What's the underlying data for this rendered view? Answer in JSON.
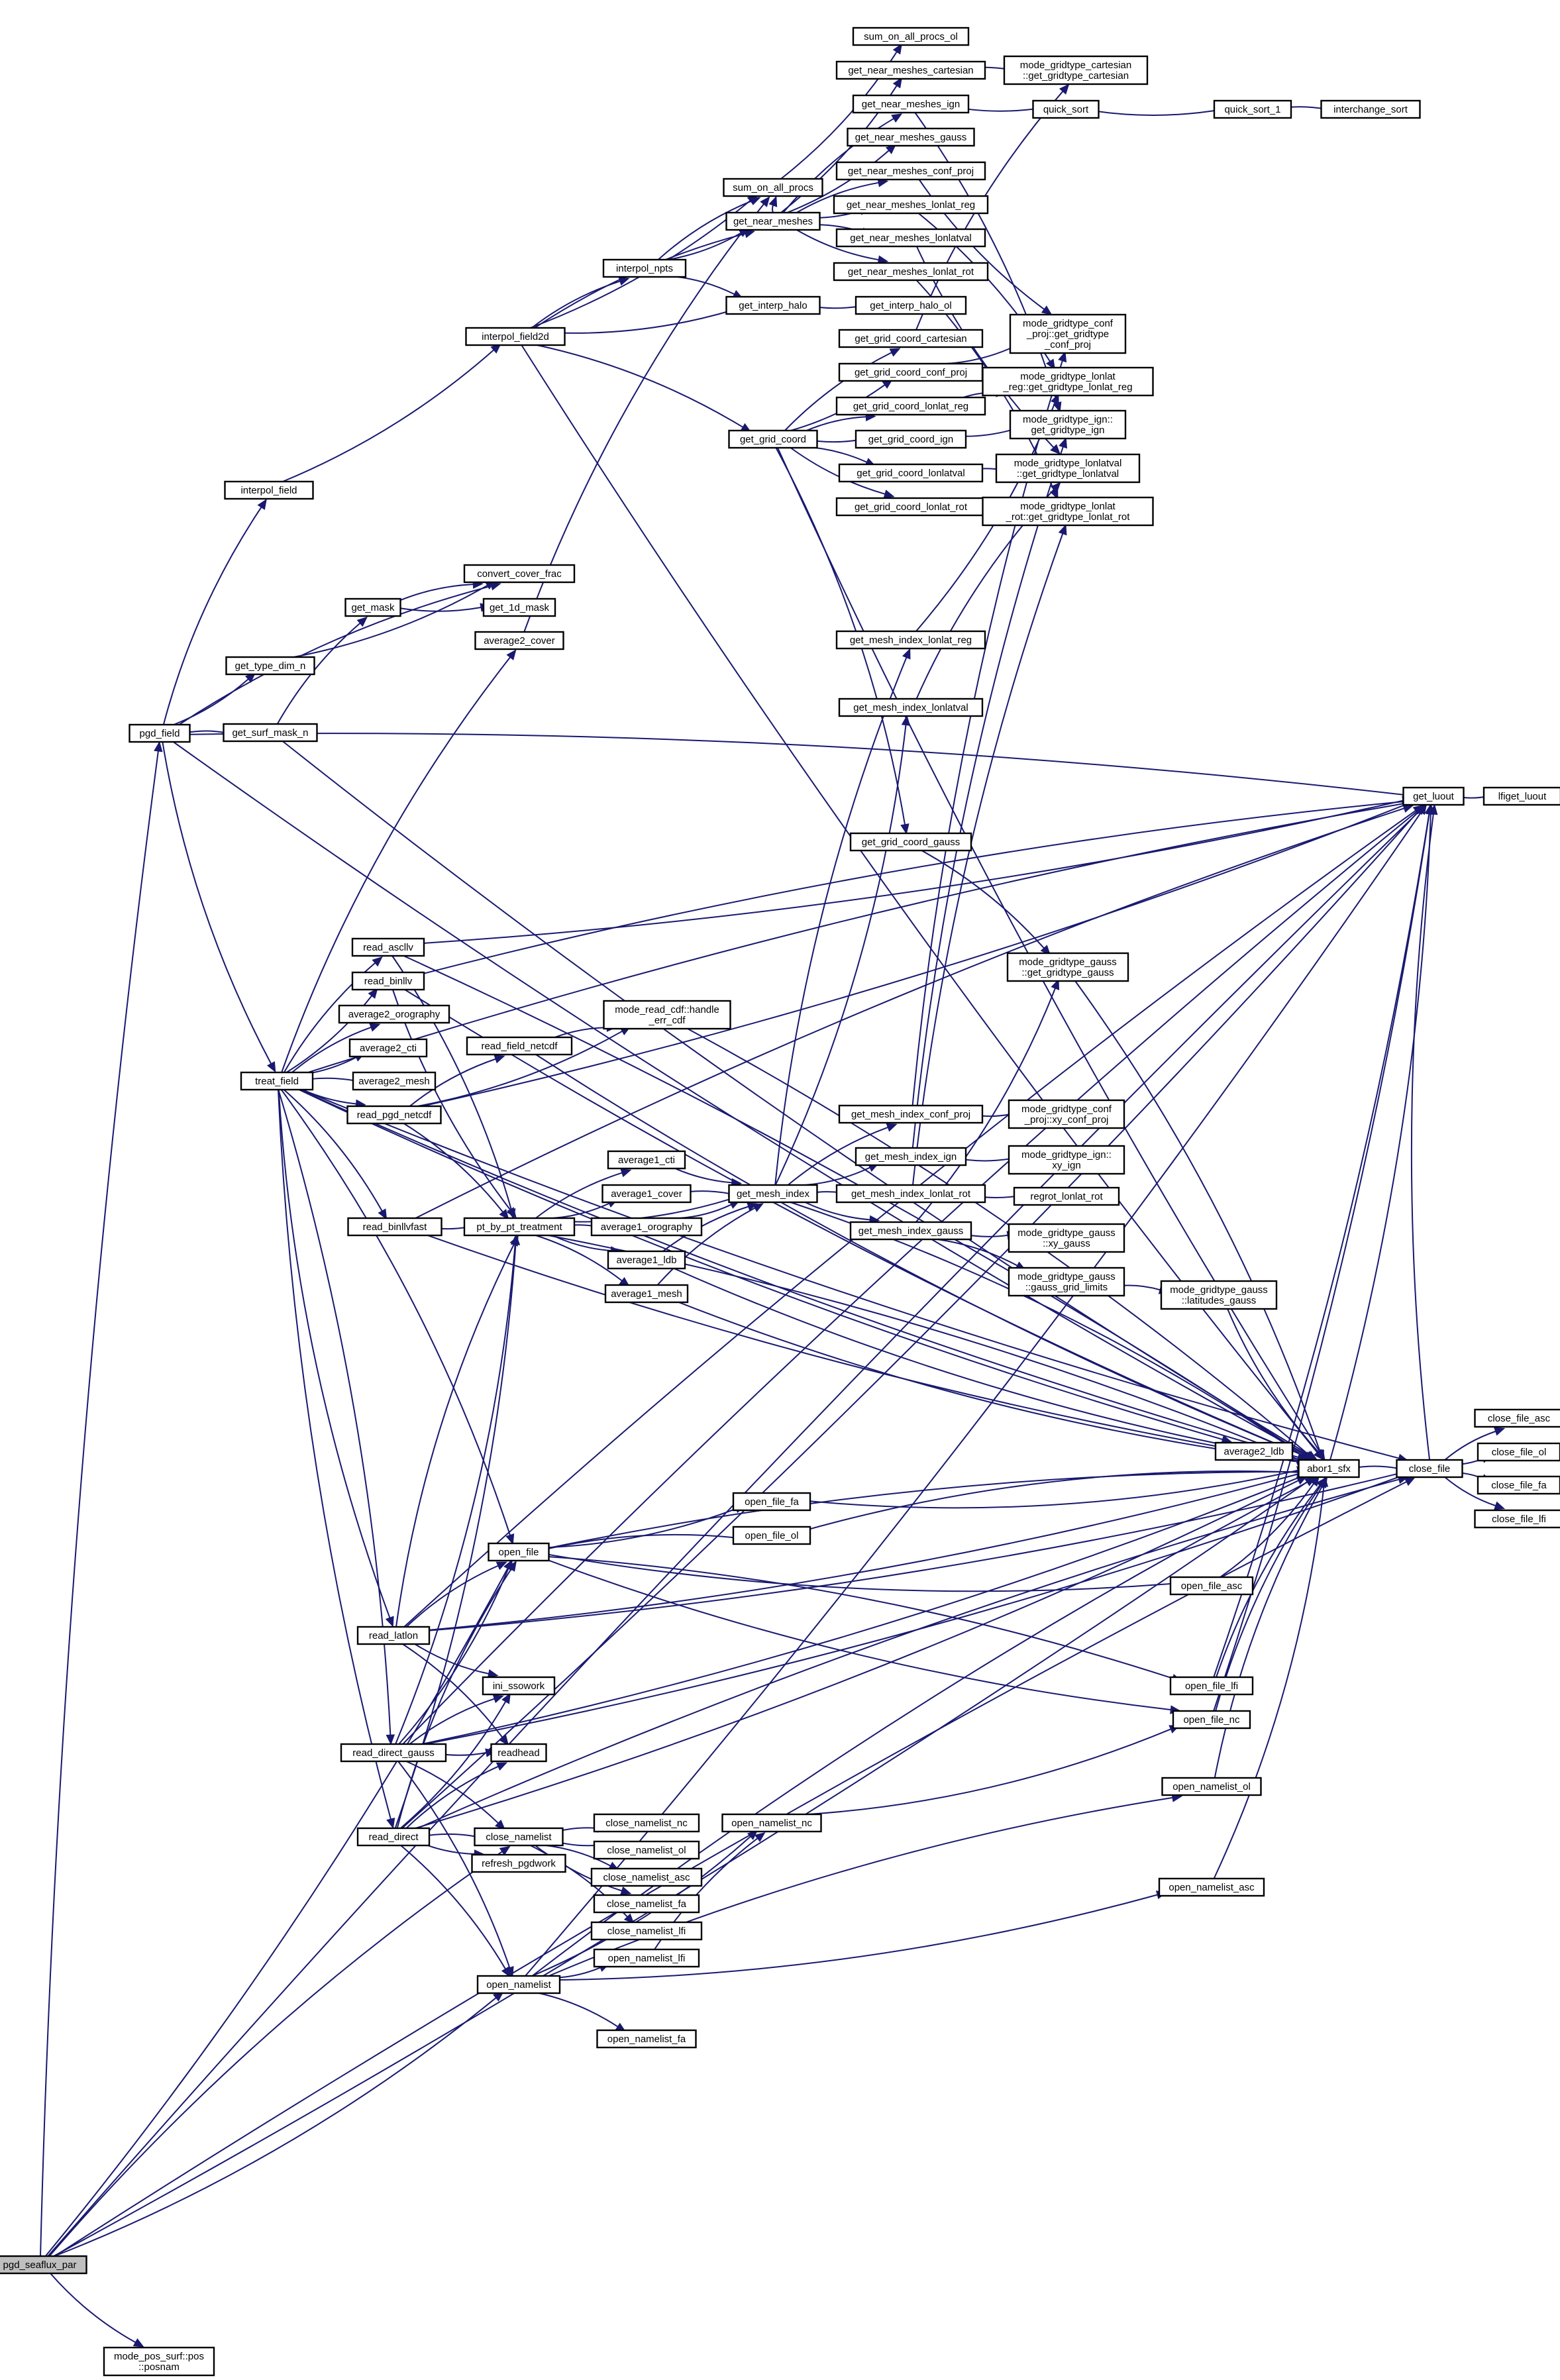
{
  "title": "pgd_seaflux_par call graph",
  "colors": {
    "edge": "#191970",
    "node_border": "#000000",
    "root_fill": "#bfbfbf",
    "node_fill": "#ffffff"
  },
  "nodes": {
    "pgd_seaflux_par": "pgd_seaflux_par",
    "posnam": "mode_pos_surf::pos\n::posnam",
    "pgd_field": "pgd_field",
    "interpol_field": "interpol_field",
    "interpol_field2d": "interpol_field2d",
    "interpol_npts": "interpol_npts",
    "sum_on_all_procs": "sum_on_all_procs",
    "sum_on_all_procs_ol": "sum_on_all_procs_ol",
    "get_near_meshes": "get_near_meshes",
    "get_near_meshes_cartesian": "get_near_meshes_cartesian",
    "get_near_meshes_ign": "get_near_meshes_ign",
    "get_near_meshes_gauss": "get_near_meshes_gauss",
    "get_near_meshes_conf_proj": "get_near_meshes_conf_proj",
    "get_near_meshes_lonlat_reg": "get_near_meshes_lonlat_reg",
    "get_near_meshes_lonlatval": "get_near_meshes_lonlatval",
    "get_near_meshes_lonlat_rot": "get_near_meshes_lonlat_rot",
    "gt_cartesian": "mode_gridtype_cartesian\n::get_gridtype_cartesian",
    "quick_sort": "quick_sort",
    "quick_sort_1": "quick_sort_1",
    "interchange_sort": "interchange_sort",
    "get_interp_halo": "get_interp_halo",
    "get_interp_halo_ol": "get_interp_halo_ol",
    "get_grid_coord": "get_grid_coord",
    "get_grid_coord_cartesian": "get_grid_coord_cartesian",
    "get_grid_coord_conf_proj": "get_grid_coord_conf_proj",
    "get_grid_coord_lonlat_reg": "get_grid_coord_lonlat_reg",
    "get_grid_coord_ign": "get_grid_coord_ign",
    "get_grid_coord_lonlatval": "get_grid_coord_lonlatval",
    "get_grid_coord_lonlat_rot": "get_grid_coord_lonlat_rot",
    "get_grid_coord_gauss": "get_grid_coord_gauss",
    "gt_conf_proj": "mode_gridtype_conf\n_proj::get_gridtype\n_conf_proj",
    "gt_lonlat_reg": "mode_gridtype_lonlat\n_reg::get_gridtype_lonlat_reg",
    "gt_ign": "mode_gridtype_ign::\nget_gridtype_ign",
    "gt_lonlatval": "mode_gridtype_lonlatval\n::get_gridtype_lonlatval",
    "gt_lonlat_rot": "mode_gridtype_lonlat\n_rot::get_gridtype_lonlat_rot",
    "gt_gauss": "mode_gridtype_gauss\n::get_gridtype_gauss",
    "convert_cover_frac": "convert_cover_frac",
    "get_mask": "get_mask",
    "get_1d_mask": "get_1d_mask",
    "average2_cover": "average2_cover",
    "get_type_dim_n": "get_type_dim_n",
    "get_surf_mask_n": "get_surf_mask_n",
    "get_mesh_index_lonlat_reg": "get_mesh_index_lonlat_reg",
    "get_mesh_index_lonlatval": "get_mesh_index_lonlatval",
    "get_luout": "get_luout",
    "lfiget_luout": "lfiget_luout",
    "read_ascllv": "read_ascllv",
    "read_binllv": "read_binllv",
    "average2_orography": "average2_orography",
    "handle_err_cdf": "mode_read_cdf::handle\n_err_cdf",
    "read_field_netcdf": "read_field_netcdf",
    "average2_cti": "average2_cti",
    "treat_field": "treat_field",
    "average2_mesh": "average2_mesh",
    "read_pgd_netcdf": "read_pgd_netcdf",
    "get_mesh_index_conf_proj": "get_mesh_index_conf_proj",
    "xy_conf_proj": "mode_gridtype_conf\n_proj::xy_conf_proj",
    "average1_cti": "average1_cti",
    "get_mesh_index_ign": "get_mesh_index_ign",
    "xy_ign": "mode_gridtype_ign::\nxy_ign",
    "average1_cover": "average1_cover",
    "get_mesh_index": "get_mesh_index",
    "get_mesh_index_lonlat_rot": "get_mesh_index_lonlat_rot",
    "regrot_lonlat_rot": "regrot_lonlat_rot",
    "read_binllvfast": "read_binllvfast",
    "pt_by_pt_treatment": "pt_by_pt_treatment",
    "average1_orography": "average1_orography",
    "get_mesh_index_gauss": "get_mesh_index_gauss",
    "xy_gauss": "mode_gridtype_gauss\n::xy_gauss",
    "average1_ldb": "average1_ldb",
    "gauss_grid_limits": "mode_gridtype_gauss\n::gauss_grid_limits",
    "latitudes_gauss": "mode_gridtype_gauss\n::latitudes_gauss",
    "average1_mesh": "average1_mesh",
    "close_file_asc": "close_file_asc",
    "average2_ldb": "average2_ldb",
    "abor1_sfx": "abor1_sfx",
    "close_file": "close_file",
    "close_file_ol": "close_file_ol",
    "close_file_fa": "close_file_fa",
    "close_file_lfi": "close_file_lfi",
    "open_file_fa": "open_file_fa",
    "open_file": "open_file",
    "open_file_ol": "open_file_ol",
    "open_file_asc": "open_file_asc",
    "read_latlon": "read_latlon",
    "ini_ssowork": "ini_ssowork",
    "open_file_lfi": "open_file_lfi",
    "open_file_nc": "open_file_nc",
    "read_direct_gauss": "read_direct_gauss",
    "readhead": "readhead",
    "open_namelist_ol": "open_namelist_ol",
    "read_direct": "read_direct",
    "close_namelist": "close_namelist",
    "close_namelist_nc": "close_namelist_nc",
    "open_namelist_nc": "open_namelist_nc",
    "close_namelist_ol": "close_namelist_ol",
    "refresh_pgdwork": "refresh_pgdwork",
    "open_namelist_asc": "open_namelist_asc",
    "close_namelist_asc": "close_namelist_asc",
    "close_namelist_fa": "close_namelist_fa",
    "close_namelist_lfi": "close_namelist_lfi",
    "open_namelist_lfi": "open_namelist_lfi",
    "open_namelist": "open_namelist",
    "open_namelist_fa": "open_namelist_fa"
  },
  "edges": [
    [
      "pgd_seaflux_par",
      "pgd_field"
    ],
    [
      "pgd_seaflux_par",
      "posnam"
    ],
    [
      "pgd_seaflux_par",
      "get_luout"
    ],
    [
      "pgd_seaflux_par",
      "abor1_sfx"
    ],
    [
      "pgd_seaflux_par",
      "close_file"
    ],
    [
      "pgd_seaflux_par",
      "open_file"
    ],
    [
      "pgd_seaflux_par",
      "close_namelist"
    ],
    [
      "pgd_seaflux_par",
      "open_namelist"
    ],
    [
      "pgd_field",
      "interpol_field"
    ],
    [
      "pgd_field",
      "get_type_dim_n"
    ],
    [
      "pgd_field",
      "get_surf_mask_n"
    ],
    [
      "pgd_field",
      "treat_field"
    ],
    [
      "pgd_field",
      "get_luout"
    ],
    [
      "pgd_field",
      "abor1_sfx"
    ],
    [
      "pgd_field",
      "convert_cover_frac"
    ],
    [
      "interpol_field",
      "interpol_field2d"
    ],
    [
      "interpol_field2d",
      "interpol_npts"
    ],
    [
      "interpol_field2d",
      "get_interp_halo"
    ],
    [
      "interpol_field2d",
      "get_grid_coord"
    ],
    [
      "interpol_field2d",
      "sum_on_all_procs"
    ],
    [
      "interpol_field2d",
      "get_near_meshes"
    ],
    [
      "interpol_field2d",
      "abor1_sfx"
    ],
    [
      "interpol_npts",
      "sum_on_all_procs"
    ],
    [
      "interpol_npts",
      "get_near_meshes"
    ],
    [
      "interpol_npts",
      "get_interp_halo"
    ],
    [
      "sum_on_all_procs",
      "sum_on_all_procs_ol"
    ],
    [
      "get_near_meshes",
      "sum_on_all_procs"
    ],
    [
      "get_near_meshes",
      "get_near_meshes_cartesian"
    ],
    [
      "get_near_meshes",
      "get_near_meshes_ign"
    ],
    [
      "get_near_meshes",
      "get_near_meshes_gauss"
    ],
    [
      "get_near_meshes",
      "get_near_meshes_conf_proj"
    ],
    [
      "get_near_meshes",
      "get_near_meshes_lonlat_reg"
    ],
    [
      "get_near_meshes",
      "get_near_meshes_lonlatval"
    ],
    [
      "get_near_meshes",
      "get_near_meshes_lonlat_rot"
    ],
    [
      "get_near_meshes_cartesian",
      "gt_cartesian"
    ],
    [
      "get_near_meshes_ign",
      "quick_sort"
    ],
    [
      "get_near_meshes_ign",
      "gt_ign"
    ],
    [
      "get_near_meshes_conf_proj",
      "gt_conf_proj"
    ],
    [
      "get_near_meshes_lonlat_reg",
      "gt_lonlat_reg"
    ],
    [
      "get_near_meshes_lonlatval",
      "gt_lonlatval"
    ],
    [
      "get_near_meshes_lonlat_rot",
      "gt_lonlat_rot"
    ],
    [
      "quick_sort",
      "quick_sort_1"
    ],
    [
      "quick_sort_1",
      "interchange_sort"
    ],
    [
      "get_interp_halo",
      "get_interp_halo_ol"
    ],
    [
      "get_grid_coord",
      "get_grid_coord_cartesian"
    ],
    [
      "get_grid_coord",
      "get_grid_coord_conf_proj"
    ],
    [
      "get_grid_coord",
      "get_grid_coord_lonlat_reg"
    ],
    [
      "get_grid_coord",
      "get_grid_coord_ign"
    ],
    [
      "get_grid_coord",
      "get_grid_coord_lonlatval"
    ],
    [
      "get_grid_coord",
      "get_grid_coord_lonlat_rot"
    ],
    [
      "get_grid_coord",
      "get_grid_coord_gauss"
    ],
    [
      "get_grid_coord",
      "abor1_sfx"
    ],
    [
      "get_grid_coord_cartesian",
      "gt_cartesian"
    ],
    [
      "get_grid_coord_conf_proj",
      "gt_conf_proj"
    ],
    [
      "get_grid_coord_lonlat_reg",
      "gt_lonlat_reg"
    ],
    [
      "get_grid_coord_ign",
      "gt_ign"
    ],
    [
      "get_grid_coord_lonlatval",
      "gt_lonlatval"
    ],
    [
      "get_grid_coord_lonlat_rot",
      "gt_lonlat_rot"
    ],
    [
      "get_grid_coord_gauss",
      "gt_gauss"
    ],
    [
      "get_type_dim_n",
      "convert_cover_frac"
    ],
    [
      "get_surf_mask_n",
      "get_mask"
    ],
    [
      "get_surf_mask_n",
      "abor1_sfx"
    ],
    [
      "get_mask",
      "convert_cover_frac"
    ],
    [
      "get_mask",
      "get_1d_mask"
    ],
    [
      "average2_cover",
      "sum_on_all_procs"
    ],
    [
      "get_mesh_index_lonlat_reg",
      "gt_lonlat_reg"
    ],
    [
      "get_mesh_index_lonlatval",
      "gt_lonlatval"
    ],
    [
      "get_luout",
      "lfiget_luout"
    ],
    [
      "treat_field",
      "read_ascllv"
    ],
    [
      "treat_field",
      "read_binllv"
    ],
    [
      "treat_field",
      "average2_orography"
    ],
    [
      "treat_field",
      "average2_cti"
    ],
    [
      "treat_field",
      "average2_mesh"
    ],
    [
      "treat_field",
      "read_pgd_netcdf"
    ],
    [
      "treat_field",
      "read_binllvfast"
    ],
    [
      "treat_field",
      "read_latlon"
    ],
    [
      "treat_field",
      "read_direct_gauss"
    ],
    [
      "treat_field",
      "read_direct"
    ],
    [
      "treat_field",
      "average2_cover"
    ],
    [
      "treat_field",
      "average2_ldb"
    ],
    [
      "treat_field",
      "get_luout"
    ],
    [
      "treat_field",
      "abor1_sfx"
    ],
    [
      "treat_field",
      "open_file"
    ],
    [
      "treat_field",
      "close_file"
    ],
    [
      "read_ascllv",
      "pt_by_pt_treatment"
    ],
    [
      "read_ascllv",
      "get_luout"
    ],
    [
      "read_ascllv",
      "abor1_sfx"
    ],
    [
      "read_binllv",
      "pt_by_pt_treatment"
    ],
    [
      "read_binllv",
      "get_luout"
    ],
    [
      "read_binllv",
      "abor1_sfx"
    ],
    [
      "read_pgd_netcdf",
      "read_field_netcdf"
    ],
    [
      "read_pgd_netcdf",
      "handle_err_cdf"
    ],
    [
      "read_pgd_netcdf",
      "pt_by_pt_treatment"
    ],
    [
      "read_pgd_netcdf",
      "get_luout"
    ],
    [
      "read_field_netcdf",
      "handle_err_cdf"
    ],
    [
      "read_field_netcdf",
      "abor1_sfx"
    ],
    [
      "handle_err_cdf",
      "abor1_sfx"
    ],
    [
      "read_binllvfast",
      "pt_by_pt_treatment"
    ],
    [
      "read_binllvfast",
      "get_luout"
    ],
    [
      "read_binllvfast",
      "abor1_sfx"
    ],
    [
      "pt_by_pt_treatment",
      "average1_cti"
    ],
    [
      "pt_by_pt_treatment",
      "average1_cover"
    ],
    [
      "pt_by_pt_treatment",
      "average1_orography"
    ],
    [
      "pt_by_pt_treatment",
      "average1_ldb"
    ],
    [
      "pt_by_pt_treatment",
      "average1_mesh"
    ],
    [
      "pt_by_pt_treatment",
      "get_mesh_index"
    ],
    [
      "pt_by_pt_treatment",
      "abor1_sfx"
    ],
    [
      "average1_cti",
      "get_mesh_index"
    ],
    [
      "average1_cover",
      "get_mesh_index"
    ],
    [
      "average1_orography",
      "get_mesh_index"
    ],
    [
      "average1_ldb",
      "get_mesh_index"
    ],
    [
      "average1_ldb",
      "abor1_sfx"
    ],
    [
      "average1_mesh",
      "get_mesh_index"
    ],
    [
      "average1_mesh",
      "abor1_sfx"
    ],
    [
      "get_mesh_index",
      "get_mesh_index_lonlat_reg"
    ],
    [
      "get_mesh_index",
      "get_mesh_index_lonlatval"
    ],
    [
      "get_mesh_index",
      "get_mesh_index_conf_proj"
    ],
    [
      "get_mesh_index",
      "get_mesh_index_ign"
    ],
    [
      "get_mesh_index",
      "get_mesh_index_lonlat_rot"
    ],
    [
      "get_mesh_index",
      "get_mesh_index_gauss"
    ],
    [
      "get_mesh_index",
      "abor1_sfx"
    ],
    [
      "get_mesh_index_conf_proj",
      "xy_conf_proj"
    ],
    [
      "get_mesh_index_conf_proj",
      "gt_conf_proj"
    ],
    [
      "get_mesh_index_ign",
      "xy_ign"
    ],
    [
      "get_mesh_index_ign",
      "gt_ign"
    ],
    [
      "get_mesh_index_lonlat_rot",
      "regrot_lonlat_rot"
    ],
    [
      "get_mesh_index_lonlat_rot",
      "gt_lonlat_rot"
    ],
    [
      "get_mesh_index_gauss",
      "xy_gauss"
    ],
    [
      "get_mesh_index_gauss",
      "gauss_grid_limits"
    ],
    [
      "get_mesh_index_gauss",
      "gt_gauss"
    ],
    [
      "gauss_grid_limits",
      "latitudes_gauss"
    ],
    [
      "latitudes_gauss",
      "abor1_sfx"
    ],
    [
      "gt_gauss",
      "abor1_sfx"
    ],
    [
      "average2_ldb",
      "abor1_sfx"
    ],
    [
      "abor1_sfx",
      "close_file"
    ],
    [
      "abor1_sfx",
      "get_luout"
    ],
    [
      "close_file",
      "close_file_asc"
    ],
    [
      "close_file",
      "close_file_ol"
    ],
    [
      "close_file",
      "close_file_fa"
    ],
    [
      "close_file",
      "close_file_lfi"
    ],
    [
      "close_file",
      "get_luout"
    ],
    [
      "open_file",
      "open_file_fa"
    ],
    [
      "open_file",
      "open_file_ol"
    ],
    [
      "open_file",
      "open_file_asc"
    ],
    [
      "open_file",
      "open_file_lfi"
    ],
    [
      "open_file",
      "open_file_nc"
    ],
    [
      "open_file",
      "abor1_sfx"
    ],
    [
      "open_file_fa",
      "abor1_sfx"
    ],
    [
      "open_file_ol",
      "abor1_sfx"
    ],
    [
      "open_file_asc",
      "abor1_sfx"
    ],
    [
      "open_file_lfi",
      "abor1_sfx"
    ],
    [
      "open_file_lfi",
      "get_luout"
    ],
    [
      "open_file_nc",
      "abor1_sfx"
    ],
    [
      "open_file_nc",
      "get_luout"
    ],
    [
      "read_latlon",
      "open_file"
    ],
    [
      "read_latlon",
      "ini_ssowork"
    ],
    [
      "read_latlon",
      "readhead"
    ],
    [
      "read_latlon",
      "close_file"
    ],
    [
      "read_latlon",
      "pt_by_pt_treatment"
    ],
    [
      "read_latlon",
      "abor1_sfx"
    ],
    [
      "read_latlon",
      "get_luout"
    ],
    [
      "read_direct_gauss",
      "readhead"
    ],
    [
      "read_direct_gauss",
      "ini_ssowork"
    ],
    [
      "read_direct_gauss",
      "open_file"
    ],
    [
      "read_direct_gauss",
      "close_namelist"
    ],
    [
      "read_direct_gauss",
      "pt_by_pt_treatment"
    ],
    [
      "read_direct_gauss",
      "open_namelist"
    ],
    [
      "read_direct_gauss",
      "abor1_sfx"
    ],
    [
      "read_direct_gauss",
      "get_luout"
    ],
    [
      "read_direct_gauss",
      "close_file"
    ],
    [
      "read_direct",
      "close_namelist"
    ],
    [
      "read_direct",
      "refresh_pgdwork"
    ],
    [
      "read_direct",
      "readhead"
    ],
    [
      "read_direct",
      "ini_ssowork"
    ],
    [
      "read_direct",
      "open_file"
    ],
    [
      "read_direct",
      "pt_by_pt_treatment"
    ],
    [
      "read_direct",
      "open_namelist"
    ],
    [
      "read_direct",
      "abor1_sfx"
    ],
    [
      "read_direct",
      "close_file"
    ],
    [
      "read_direct",
      "get_luout"
    ],
    [
      "close_namelist",
      "close_namelist_nc"
    ],
    [
      "close_namelist",
      "close_namelist_ol"
    ],
    [
      "close_namelist",
      "close_namelist_asc"
    ],
    [
      "close_namelist",
      "close_namelist_fa"
    ],
    [
      "close_namelist",
      "close_namelist_lfi"
    ],
    [
      "open_namelist",
      "open_namelist_lfi"
    ],
    [
      "open_namelist",
      "open_namelist_fa"
    ],
    [
      "open_namelist",
      "open_namelist_nc"
    ],
    [
      "open_namelist",
      "open_namelist_ol"
    ],
    [
      "open_namelist",
      "open_namelist_asc"
    ],
    [
      "open_namelist",
      "abor1_sfx"
    ],
    [
      "open_namelist",
      "get_luout"
    ],
    [
      "open_namelist_lfi",
      "open_namelist_nc"
    ],
    [
      "open_namelist_nc",
      "open_file_nc"
    ],
    [
      "open_namelist_ol",
      "abor1_sfx"
    ],
    [
      "open_namelist_asc",
      "abor1_sfx"
    ]
  ]
}
